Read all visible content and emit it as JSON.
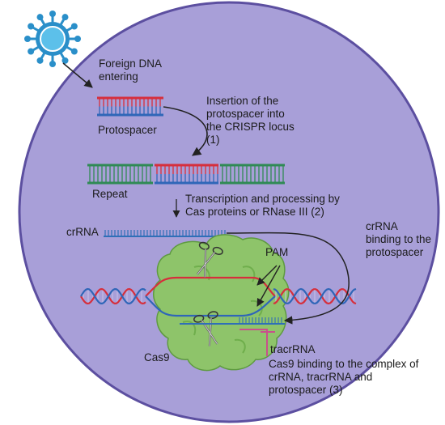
{
  "labels": {
    "foreign_dna": "Foreign DNA\nentering",
    "protospacer": "Protospacer",
    "insertion": "Insertion of the\nprotospacer into\nthe CRISPR locus\n(1)",
    "repeat": "Repeat",
    "transcription": "Transcription and processing by\nCas proteins or RNase III (2)",
    "crrna": "crRNA",
    "crrna_binding": "crRNA\nbinding to the\nprotospacer",
    "pam": "PAM",
    "tracrrna": "tracrRNA",
    "cas9": "Cas9",
    "cas9_binding": "Cas9 binding to the complex of\ncrRNA, tracrRNA and\nprotospacer (3)"
  },
  "colors": {
    "cell_fill": "#a89fd8",
    "cell_stroke": "#5c4fa0",
    "virus": "#2a8fc9",
    "virus_core": "#5cc0ea",
    "dna_red": "#d62f3c",
    "dna_blue": "#2f66b8",
    "repeat_green": "#2f8a55",
    "cas9_fill": "#8ec46a",
    "cas9_stroke": "#5e9a40",
    "crrna_blue": "#2f6fb8",
    "tracrrna_pink": "#c9508c",
    "arrow": "#222222"
  }
}
